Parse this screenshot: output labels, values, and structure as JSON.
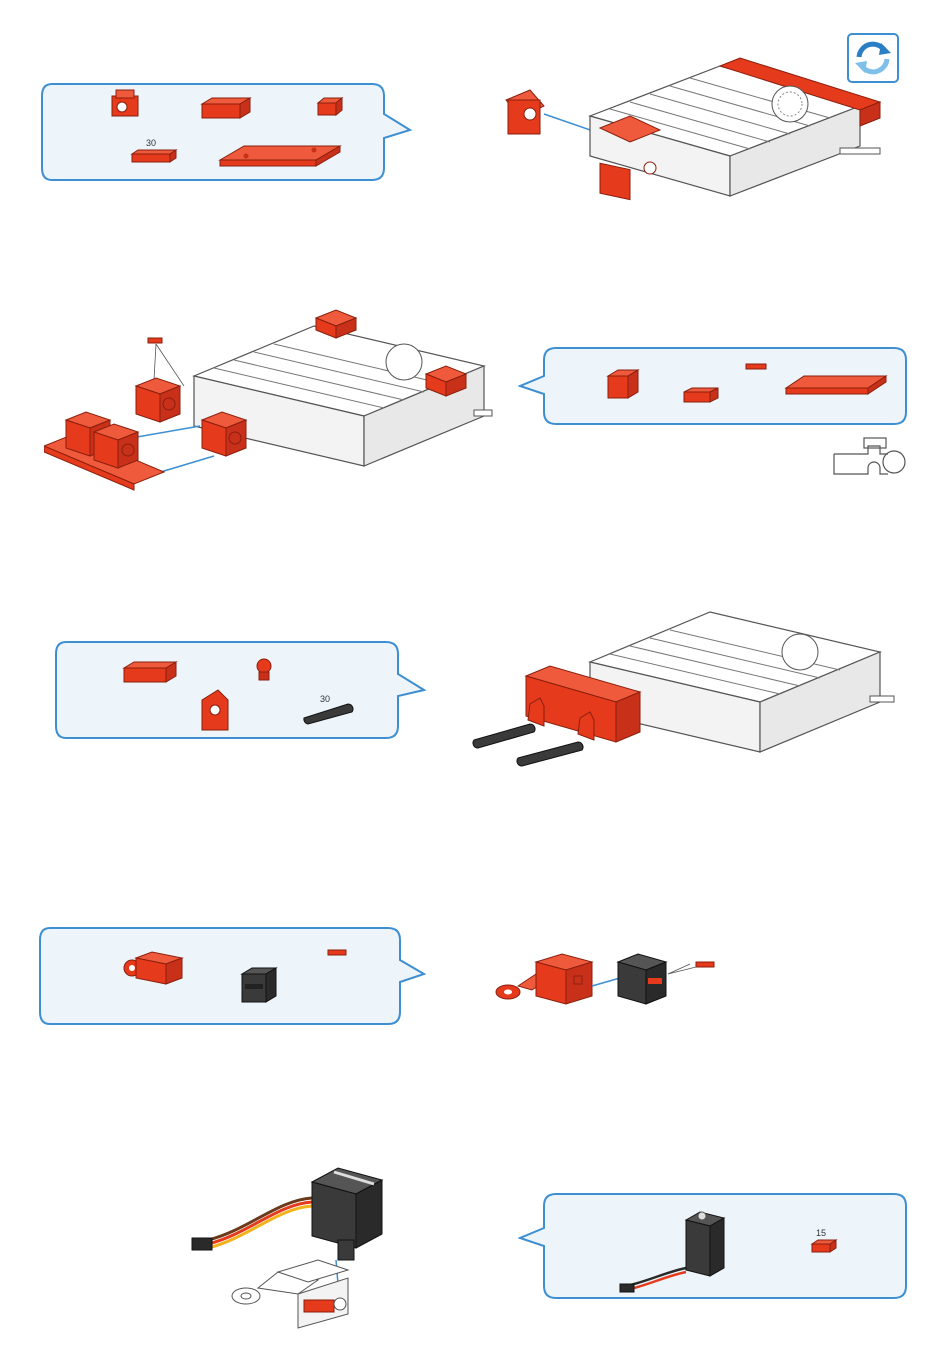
{
  "colors": {
    "callout_border": "#3d8fd1",
    "callout_fill": "#edf5fb",
    "part_red": "#e63a1c",
    "part_black": "#3a3a3a",
    "part_white": "#ffffff",
    "link_line": "#3d8fd1"
  },
  "icons": {
    "rotate": "rotate-arrows-icon",
    "orientation_hint": "orientation-hint-icon"
  },
  "steps": [
    {
      "id": "step-1",
      "callout_labels": [
        "30"
      ],
      "parts": [
        "building-block-15-with-bore",
        "angle-block",
        "mini-block",
        "building-block-30",
        "flat-plate-long"
      ],
      "extra_icon": "rotate-arrows-icon"
    },
    {
      "id": "step-2",
      "callout_labels": [],
      "parts": [
        "building-block-30-with-hole",
        "flat-block",
        "spring-cam",
        "plate-long"
      ],
      "extra_icon": "orientation-hint-icon"
    },
    {
      "id": "step-3",
      "callout_labels": [
        "30"
      ],
      "parts": [
        "flat-block",
        "bearing-stud",
        "angle-support",
        "lever-30"
      ]
    },
    {
      "id": "step-4",
      "callout_labels": [],
      "parts": [
        "hinge-block",
        "spring-cam",
        "building-block-black"
      ]
    },
    {
      "id": "step-5",
      "callout_labels": [
        "15"
      ],
      "parts": [
        "servo-motor",
        "flat-block-15"
      ]
    }
  ]
}
